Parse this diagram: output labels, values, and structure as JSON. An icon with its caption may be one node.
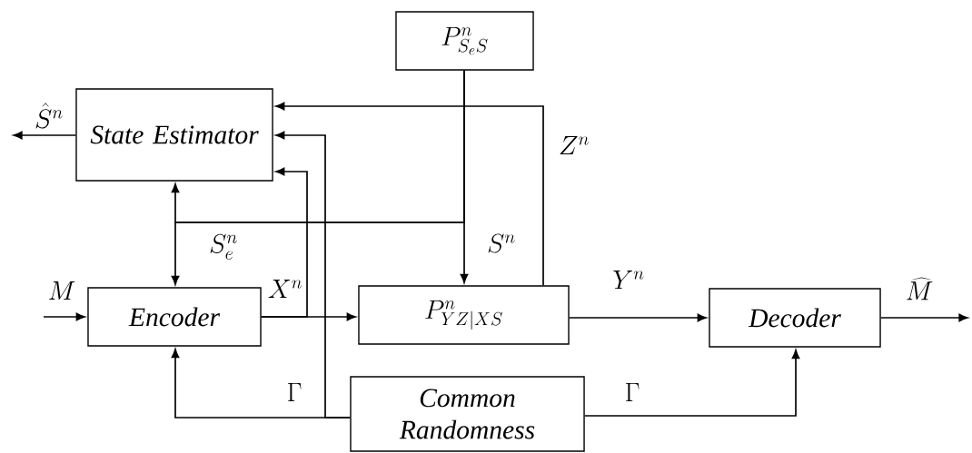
{
  "diagram": {
    "nodes": [
      {
        "text": [
          "P_{S_eS}^n"
        ]
      },
      {
        "text": [
          "State Estimator"
        ]
      },
      {
        "text": [
          "Encoder"
        ]
      },
      {
        "text": [
          "P_{YZ|XS}^n"
        ]
      },
      {
        "text": [
          "Decoder"
        ]
      },
      {
        "text": [
          "Common Randomness"
        ]
      }
    ],
    "edges": [
      {
        "from": 0,
        "to": 3,
        "arrow": "to",
        "label": "S^n"
      },
      {
        "from": 0,
        "to": 1,
        "arrow": "to"
      },
      {
        "from": 0,
        "to": 2,
        "arrow": "to",
        "label": "S_e^n"
      },
      {
        "from": 3,
        "to": 1,
        "arrow": "to",
        "label": "Z^n"
      },
      {
        "from": 3,
        "to": 4,
        "arrow": "to",
        "label": "Y^n"
      },
      {
        "from": 2,
        "to": 3,
        "arrow": "to",
        "label": "X^n"
      },
      {
        "from": 2,
        "to": 1,
        "arrow": "to"
      },
      {
        "from": 5,
        "to": 2,
        "arrow": "to",
        "label": "\\Gamma"
      },
      {
        "from": 5,
        "to": 1,
        "arrow": "to"
      },
      {
        "from": 5,
        "to": 4,
        "arrow": "to",
        "label": "\\Gamma"
      },
      {
        "from": null,
        "to": 2,
        "arrow": "to",
        "label": "M"
      },
      {
        "from": 1,
        "to": null,
        "arrow": "to",
        "label": "\\hat{S}^n"
      },
      {
        "from": 4,
        "to": null,
        "arrow": "to",
        "label": "\\widehat{M}"
      }
    ]
  }
}
